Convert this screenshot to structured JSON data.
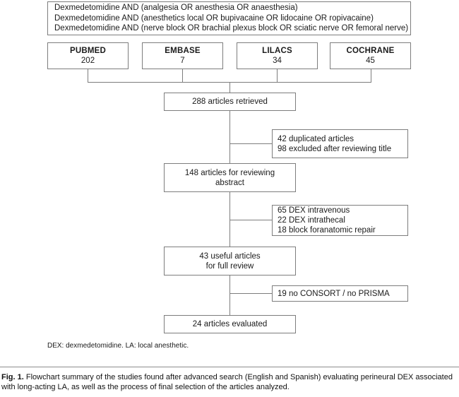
{
  "figure": {
    "search_box": {
      "lines": [
        "Dexmedetomidine AND (analgesia OR anesthesia OR anaesthesia)",
        "Dexmedetomidine AND (anesthetics local OR bupivacaine OR lidocaine OR ropivacaine)",
        "Dexmedetomidine AND (nerve block OR brachial plexus block OR sciatic nerve OR femoral nerve)"
      ]
    },
    "databases": [
      {
        "name": "PUBMED",
        "count": "202"
      },
      {
        "name": "EMBASE",
        "count": "7"
      },
      {
        "name": "LILACS",
        "count": "34"
      },
      {
        "name": "COCHRANE",
        "count": "45"
      }
    ],
    "stages": [
      {
        "lines": [
          "288 articles retrieved"
        ]
      },
      {
        "lines": [
          "148 articles for reviewing",
          "abstract"
        ]
      },
      {
        "lines": [
          "43 useful articles",
          "for full review"
        ]
      },
      {
        "lines": [
          "24 articles evaluated"
        ]
      }
    ],
    "exclusions": [
      {
        "lines": [
          "42 duplicated articles",
          "98 excluded after reviewing title"
        ]
      },
      {
        "lines": [
          "65 DEX intravenous",
          "22 DEX intrathecal",
          "18 block foranatomic repair"
        ]
      },
      {
        "lines": [
          "19 no CONSORT / no PRISMA"
        ]
      }
    ],
    "footnote": "DEX: dexmedetomidine. LA: local anesthetic.",
    "caption": {
      "label": "Fig. 1.",
      "text": "Flowchart summary of the studies found after advanced search (English and Spanish) evaluating perineural DEX associated with long-acting LA, as well as the process of final selection of the articles analyzed."
    },
    "colors": {
      "border": "#7d7d7d",
      "text": "#1a1a1a",
      "background": "#ffffff"
    }
  }
}
